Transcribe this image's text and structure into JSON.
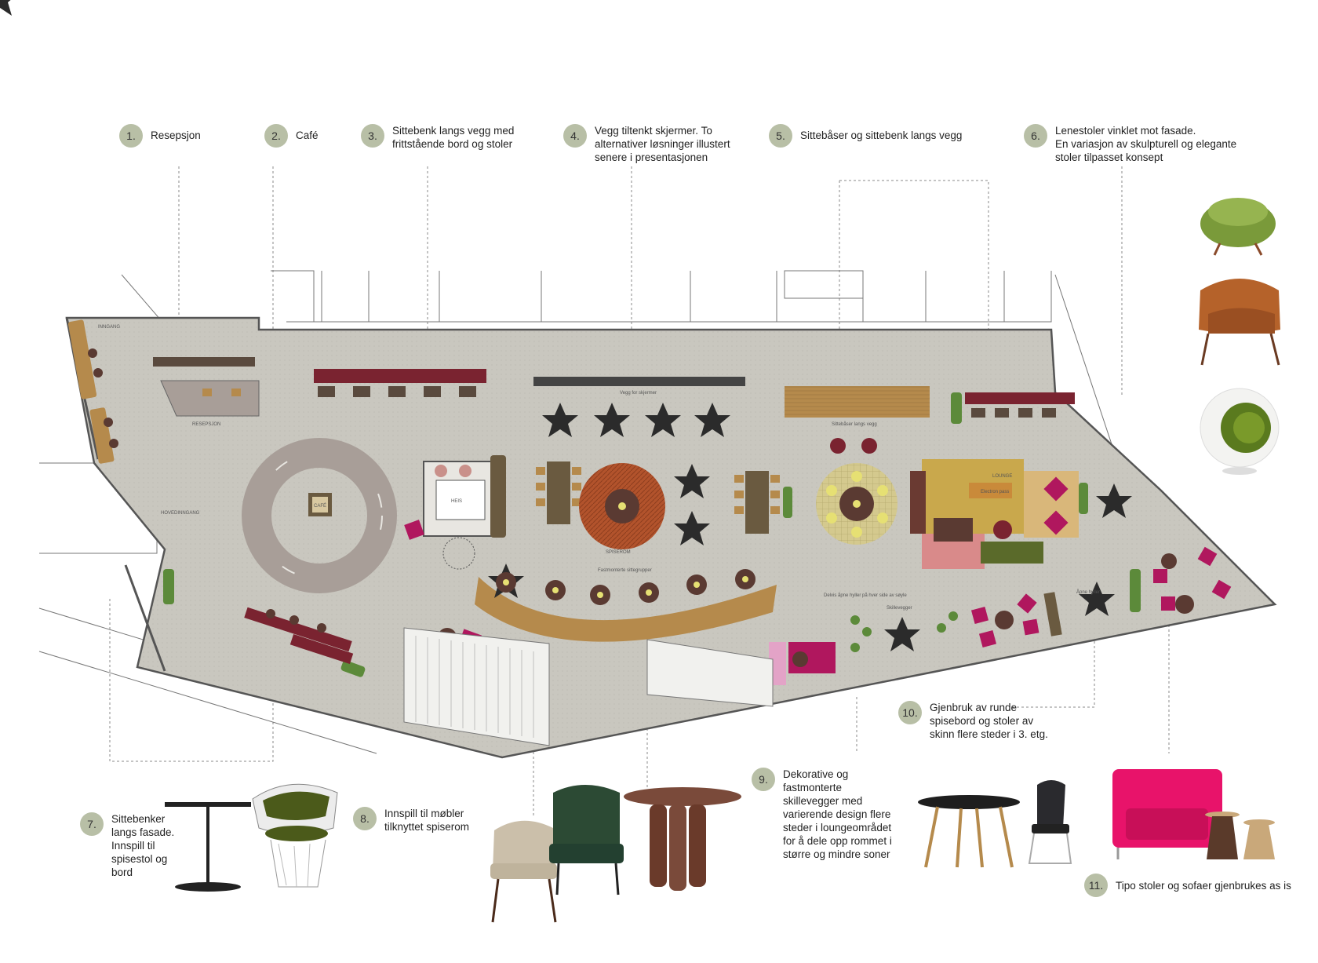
{
  "callouts": [
    {
      "num": "1.",
      "text": "Resepsjon"
    },
    {
      "num": "2.",
      "text": "Café"
    },
    {
      "num": "3.",
      "text": "Sittebenk langs vegg med\nfrittstående bord og stoler"
    },
    {
      "num": "4.",
      "text": "Vegg tiltenkt skjermer. To\nalternativer løsninger illustert\nsenere i presentasjonen"
    },
    {
      "num": "5.",
      "text": "Sittebåser og sittebenk langs vegg"
    },
    {
      "num": "6.",
      "text": "Lenestoler vinklet mot fasade.\nEn variasjon av skulpturell og elegante\nstoler tilpasset konsept"
    },
    {
      "num": "7.",
      "text": "Sittebenker\nlangs fasade.\nInnspill til\nspisestol og\nbord"
    },
    {
      "num": "8.",
      "text": "Innspill til møbler\ntilknyttet spiserom"
    },
    {
      "num": "9.",
      "text": "Dekorative og\nfastmonterte\nskillevegger med\nvarierende design flere\nsteder i loungeområdet\nfor å dele opp rommet i\nstørre og mindre soner"
    },
    {
      "num": "10.",
      "text": "Gjenbruk av runde\nspisebord og stoler av\nskinn flere steder i 3. etg."
    },
    {
      "num": "11.",
      "text": "Tipo stoler og sofaer gjenbrukes as is"
    }
  ],
  "plan_labels": {
    "inngang": "INNGANG",
    "resepsjon": "RESEPSJON",
    "cafe": "CAFÉ",
    "hovedinngang": "HOVEDINNGANG",
    "heis": "HEIS",
    "spiserom": "SPISEROM",
    "fastmonterte": "Fastmonterte sittegrupper",
    "vegg_skjermer": "Vegg for skjermer",
    "sittebaser": "Sittebåser langs vegg",
    "lounge": "LOUNGE",
    "electron": "Electron pass",
    "skillevegger": "Skillevegger",
    "apne_hyller": "Åpne hyller",
    "delvis_apne": "Delvis åpne hyller på hver side av søyle"
  },
  "colors": {
    "floor": "#cfcdc5",
    "wall": "#555555",
    "sage": "#b8bfa6",
    "magenta": "#b0175e",
    "burgundy": "#7a2330",
    "wood": "#b58a4c",
    "dark": "#2b2b2b",
    "plant": "#5c8a3a",
    "rust": "#b2532c",
    "lemon": "#e6e073",
    "brownchair": "#b5622a",
    "pink": "#e8136a"
  }
}
